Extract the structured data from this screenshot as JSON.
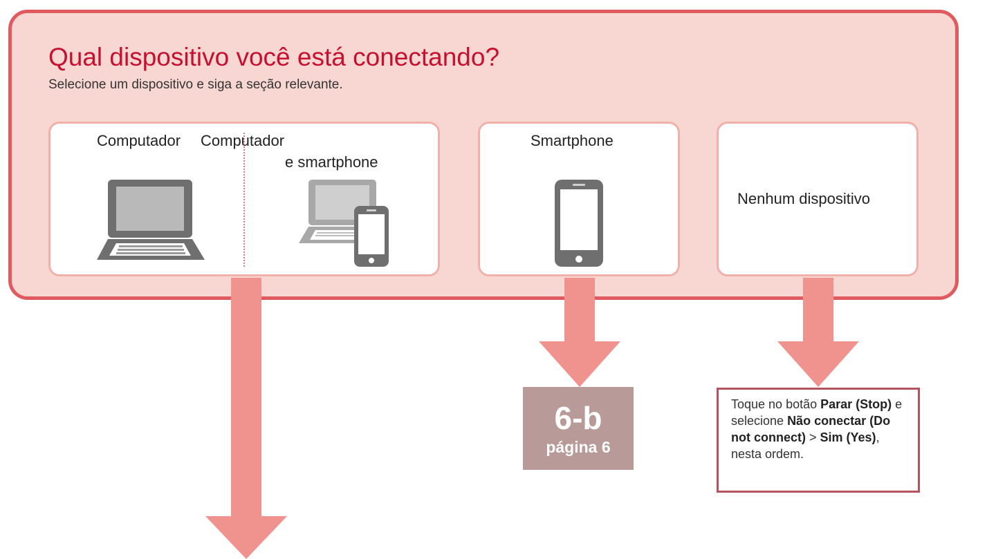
{
  "header": {
    "title": "Qual dispositivo você está conectando?",
    "subtitle": "Selecione um dispositivo e siga a seção relevante."
  },
  "cards": {
    "computer": {
      "label_left": "Computador",
      "label_right_1": "Computador",
      "label_right_2": "e smartphone"
    },
    "smartphone": {
      "label": "Smartphone"
    },
    "none": {
      "label": "Nenhum dispositivo"
    }
  },
  "reference": {
    "code": "6-b",
    "page": "página 6"
  },
  "note": {
    "t1": "Toque no botão ",
    "b1": "Parar (Stop)",
    "t2": " e selecione ",
    "b2": "Não conectar (Do not connect)",
    "t3": " > ",
    "b3": "Sim (Yes)",
    "t4": ", nesta ordem."
  },
  "colors": {
    "title": "#c8102e",
    "panel_bg": "#f8d6d2",
    "panel_border": "#e05a60",
    "arrow": "#f0928e",
    "ref_box": "#b89a98",
    "note_border": "#b5525e",
    "device_gray": "#6f6f6f"
  },
  "icons": {
    "computer": "laptop-icon",
    "computer_and_smartphone": "laptop-phone-icon",
    "smartphone": "smartphone-icon",
    "arrows": "arrow-down-icon"
  }
}
